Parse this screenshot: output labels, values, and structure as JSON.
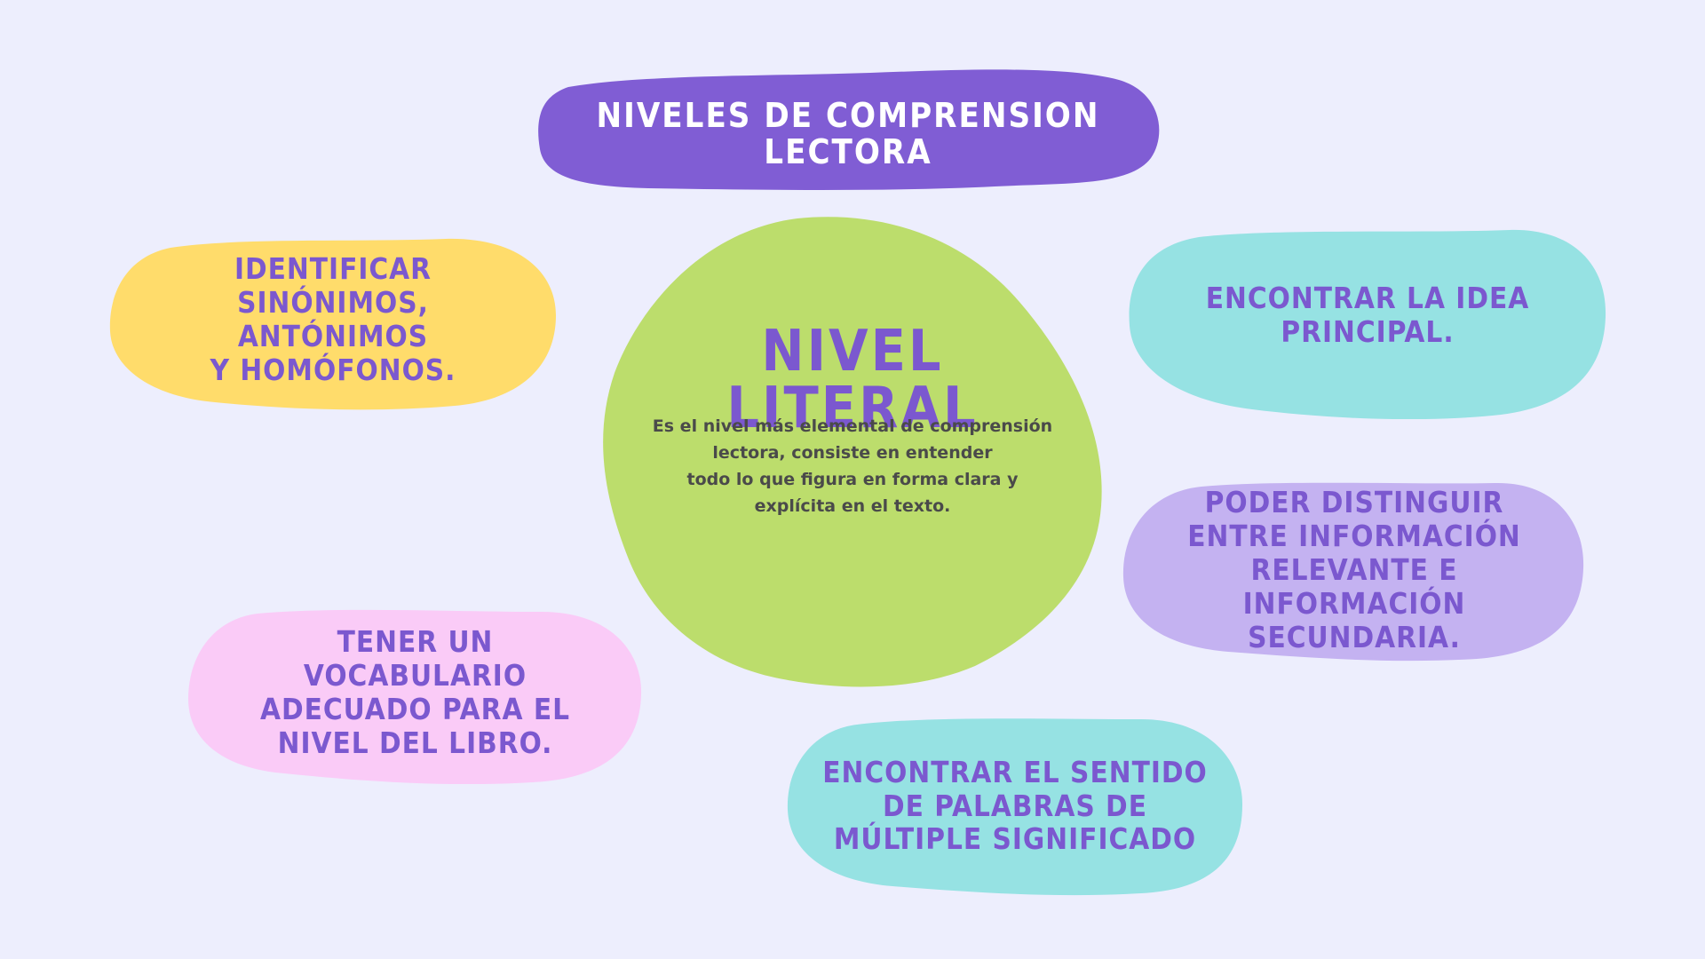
{
  "title": {
    "text": "NIVELES DE COMPRENSION\nLECTORA"
  },
  "center": {
    "title": "NIVEL LITERAL",
    "description": "Es el nivel más elemental de comprensión\nlectora, consiste en entender\ntodo lo que figura en forma clara y\nexplícita en el texto."
  },
  "bubbles": {
    "identificar": "IDENTIFICAR\nSINÓNIMOS, ANTÓNIMOS\nY HOMÓFONOS.",
    "idea_principal": "ENCONTRAR LA IDEA\nPRINCIPAL.",
    "distinguir": "PODER DISTINGUIR\nENTRE INFORMACIÓN\nRELEVANTE E INFORMACIÓN\nSECUNDARIA.",
    "vocabulario": "TENER UN VOCABULARIO\nADECUADO PARA EL\nNIVEL DEL LIBRO.",
    "sentido": "ENCONTRAR EL SENTIDO\nDE PALABRAS DE\nMÚLTIPLE SIGNIFICADO"
  },
  "colors": {
    "background": "#edeefd",
    "title_blob": "#805dd4",
    "center_blob": "#bcdd6c",
    "yellow_blob": "#ffdc6b",
    "teal_blob": "#96e2e3",
    "lilac_blob": "#c4b2f1",
    "pink_blob": "#facbf7",
    "label_text": "#7b58cf",
    "body_text": "#4a4a4a"
  }
}
